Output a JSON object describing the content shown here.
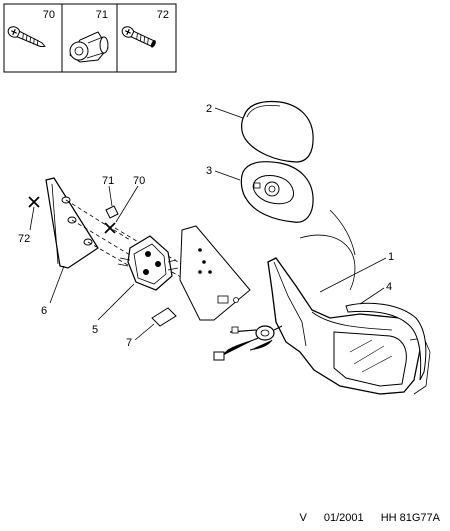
{
  "fastener_box": {
    "cells": [
      {
        "ref": "70",
        "icon": "cross-head-screw-icon"
      },
      {
        "ref": "71",
        "icon": "nut-insert-icon"
      },
      {
        "ref": "72",
        "icon": "cross-head-screw-icon"
      }
    ]
  },
  "callouts": {
    "c1": "1",
    "c2": "2",
    "c3": "3",
    "c4": "4",
    "c5": "5",
    "c6": "6",
    "c7": "7",
    "c70": "70",
    "c71": "71",
    "c72": "72"
  },
  "footer": {
    "view": "V",
    "date": "01/2001",
    "ref": "HH 81G77A"
  }
}
